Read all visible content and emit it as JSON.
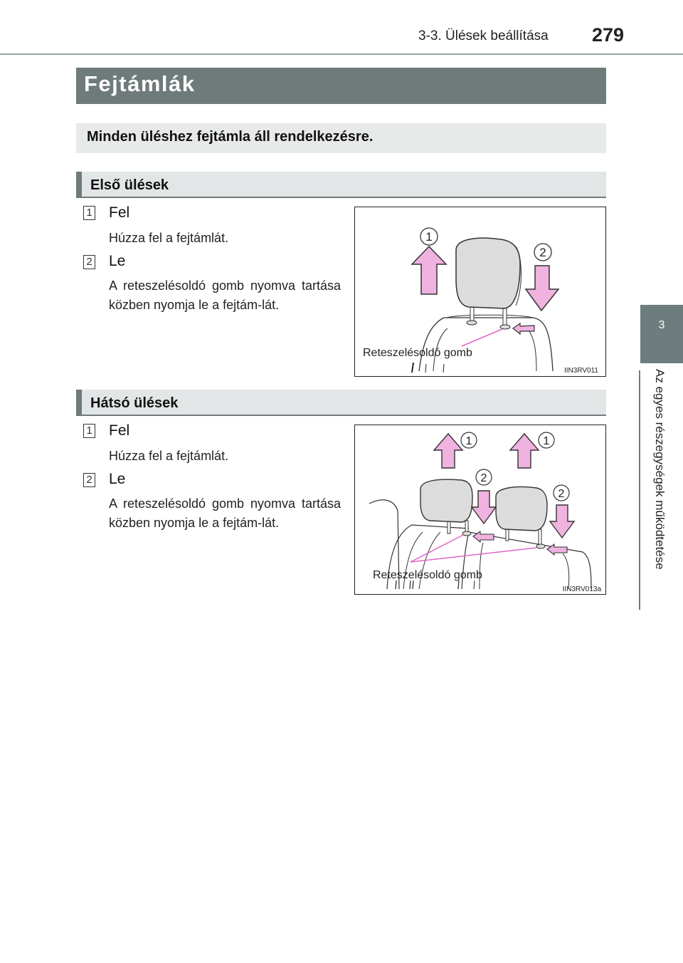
{
  "header": {
    "section": "3-3. Ülések beállítása",
    "page_number": "279"
  },
  "side_tab": {
    "number": "3",
    "chapter": "Az egyes részegységek működtetése"
  },
  "title": "Fejtámlák",
  "intro": "Minden üléshez fejtámla áll rendelkezésre.",
  "front": {
    "heading": "Első ülések",
    "items": [
      {
        "num": "1",
        "label": "Fel",
        "text": "Húzza fel a fejtámlát."
      },
      {
        "num": "2",
        "label": "Le",
        "text": "A reteszelésoldó gomb nyomva tartása közben nyomja le a fejtám-lát."
      }
    ],
    "figure": {
      "code": "IIN3RV011",
      "callout": "Reteszelésoldó gomb",
      "marker_up": "1",
      "marker_down": "2"
    }
  },
  "rear": {
    "heading": "Hátsó ülések",
    "items": [
      {
        "num": "1",
        "label": "Fel",
        "text": "Húzza fel a fejtámlát."
      },
      {
        "num": "2",
        "label": "Le",
        "text": "A reteszelésoldó gomb nyomva tartása közben nyomja le a fejtám-lát."
      }
    ],
    "figure": {
      "code": "IIN3RV013a",
      "callout": "Reteszelésoldó gomb",
      "marker_up": "1",
      "marker_down": "2"
    }
  },
  "colors": {
    "arrow_fill": "#f0b2df",
    "arrow_stroke": "#333333",
    "callout_line": "#e066c7",
    "headrest": "#dcdcdc",
    "bar": "#6e7b7a"
  }
}
